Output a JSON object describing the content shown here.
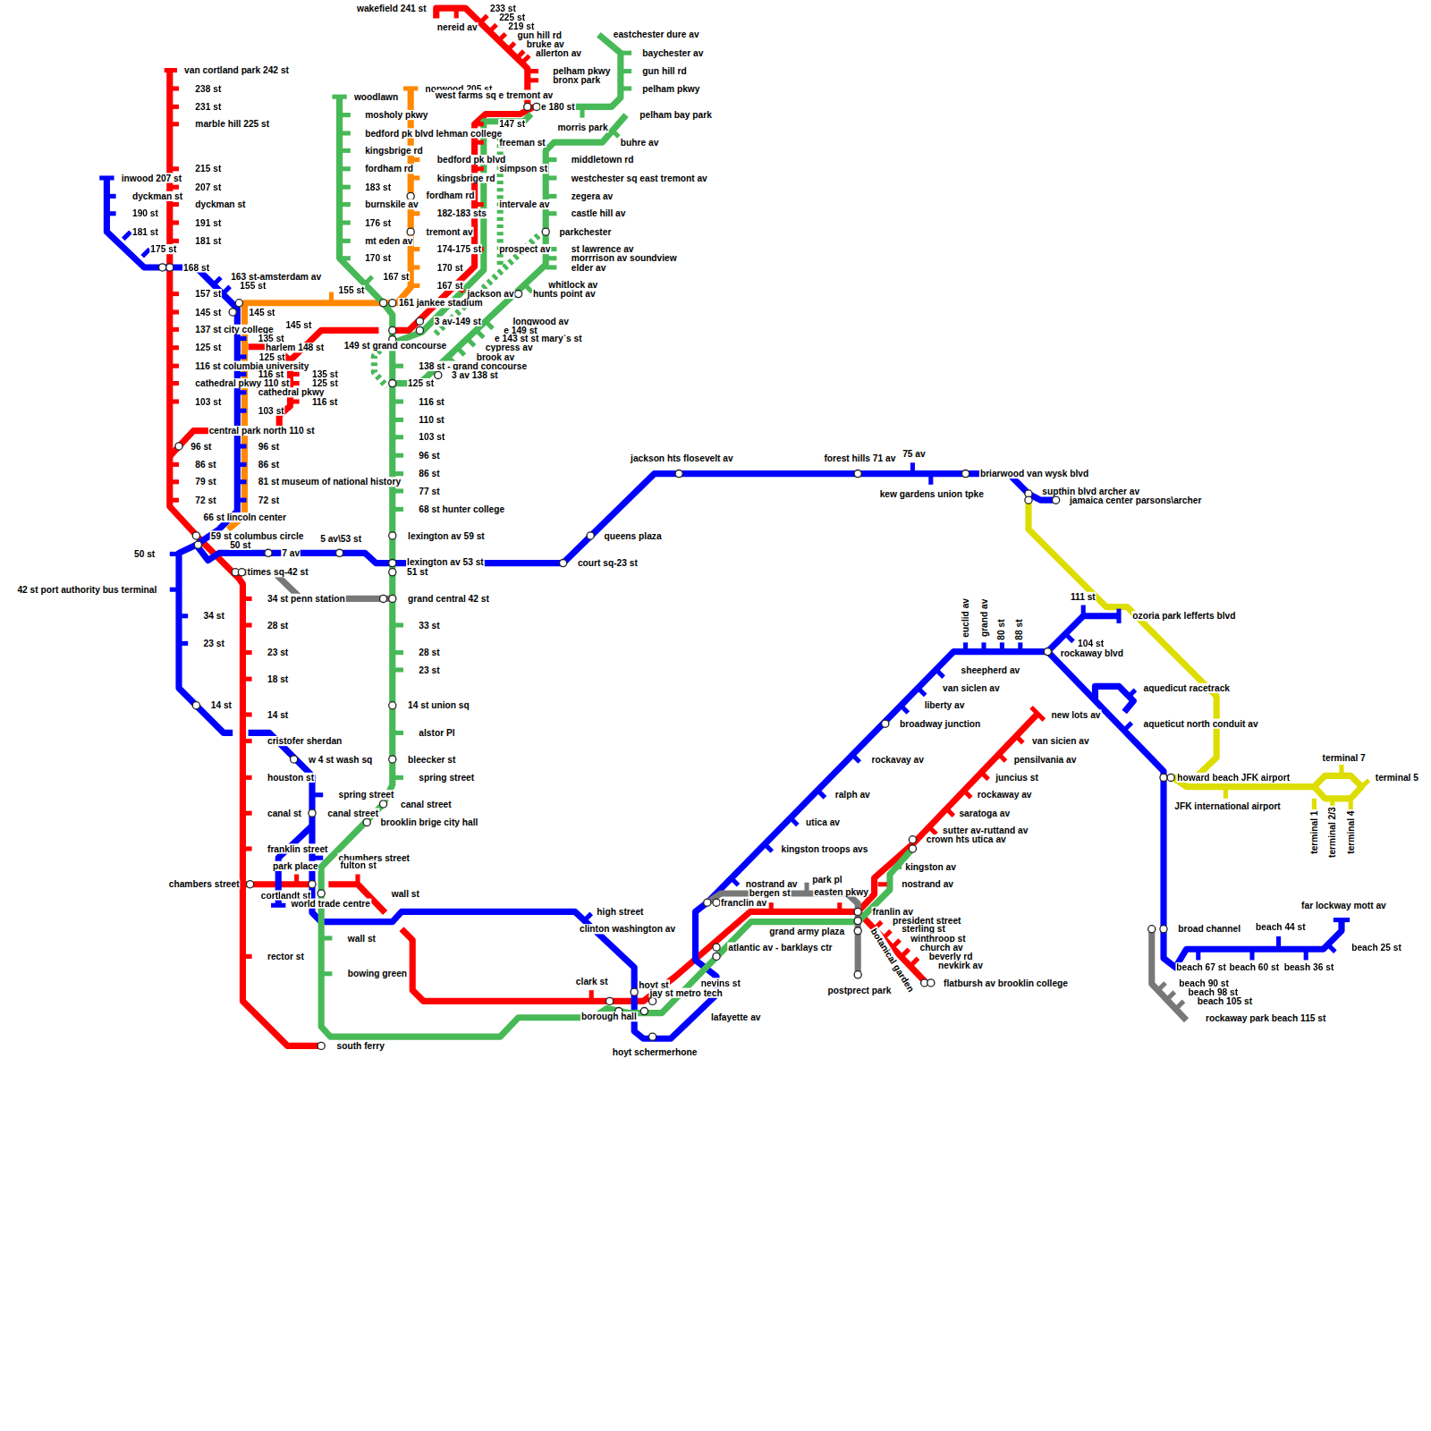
{
  "diagram": {
    "labels": [
      "van cortland park 242 st",
      "238 st",
      "231 st",
      "marble hill 225 st",
      "215 st",
      "207 st",
      "dyckman st",
      "191 st",
      "181 st",
      "157 st",
      "145 st",
      "137 st city college",
      "125 st",
      "116 st columbia university",
      "cathedral pkwy 110 st",
      "103 st",
      "96 st",
      "86 st",
      "79 st",
      "72 st",
      "66 st lincoln center",
      "59 st columbus circle",
      "50 st",
      "times sq-42 st",
      "34 st penn station",
      "28 st",
      "23 st",
      "18 st",
      "14 st",
      "cristofer sherdan",
      "houston st",
      "canal st",
      "franklin street",
      "chambers street",
      "cortlandt st",
      "rector st",
      "south ferry",
      "inwood 207 st",
      "dyckman st",
      "190 st",
      "181 st",
      "175 st",
      "168 st",
      "163 st-amsterdam av",
      "155 st",
      "145 st",
      "135 st",
      "harlem 148 st",
      "125 st",
      "116 st",
      "cathedral pkwy",
      "103 st",
      "145 st",
      "135 st",
      "125 st",
      "116 st",
      "central park north 110 st",
      "96 st",
      "86 st",
      "81 st museum of national history",
      "72 st",
      "50 st",
      "42 st port authority bus terminal",
      "34 st",
      "23 st",
      "14 st",
      "w 4 st wash sq",
      "spring street",
      "canal street",
      "chumbers street",
      "park place",
      "fulton st",
      "world trade centre",
      "wall st",
      "wall st",
      "bowing green",
      "high street",
      "clinton washington av",
      "clark st",
      "hoyt st",
      "jay st metro tech",
      "borough hall",
      "nevins st",
      "lafayette av",
      "hoyt schermerhone",
      "7 av",
      "5 av\\53 st",
      "lexington av 53 st",
      "51 st",
      "court sq-23 st",
      "queens plaza",
      "jackson hts flosevelt av",
      "forest hills 71 av",
      "75 av",
      "kew gardens union tpke",
      "briarwood van wysk blvd",
      "supthin blvd archer av",
      "jamaica center parsons\\archer",
      "125 st",
      "116 st",
      "110 st",
      "103 st",
      "96 st",
      "86 st",
      "77 st",
      "68 st hunter college",
      "lexington av 59 st",
      "grand central 42 st",
      "33 st",
      "28 st",
      "23 st",
      "14 st union sq",
      "alstor Pl",
      "bleecker st",
      "spring street",
      "canal street",
      "brooklin brige city hall",
      "woodlawn",
      "mosholy pkwy",
      "bedford pk blvd lehman college",
      "kingsbrige rd",
      "fordham rd",
      "183 st",
      "burnskile av",
      "176 st",
      "mt eden av",
      "170 st",
      "167 st",
      "161 jankee stadium",
      "norwood 205 st",
      "bedford pk blvd",
      "kingsbrige rd",
      "fordham rd",
      "182-183 sts",
      "tremont av",
      "174-175 st",
      "170 st",
      "167 st",
      "155 st",
      "wakefield 241 st",
      "nereid av",
      "233 st",
      "225 st",
      "219 st",
      "gun hill rd",
      "bruke av",
      "allerton av",
      "pelham pkwy",
      "bronx park",
      "west farms sq e tremont av",
      "e 180 st",
      "147 st",
      "morris park",
      "freeman st",
      "simpson st",
      "intervale av",
      "prospect av",
      "jackson av",
      "3 av-149 st",
      "149 st grand concourse",
      "eastchester dure av",
      "baychester av",
      "gun hill rd",
      "pelham pkwy",
      "pelham bay park",
      "buhre av",
      "middletown rd",
      "westchester sq east tremont av",
      "zegera av",
      "castle hill av",
      "parkchester",
      "st lawrence av",
      "morrrison av soundview",
      "elder av",
      "whitlock av",
      "hunts point av",
      "longwood av",
      "e 149 st",
      "e 143 st st mary`s st",
      "cypress av",
      "brook av",
      "138 st - grand concourse",
      "3 av 138 st",
      "nostrand av",
      "bergen st",
      "park pl",
      "easten pkwy",
      "franclin av",
      "atlantic av - barklays ctr",
      "grand army plaza",
      "franlin av",
      "president street",
      "sterling st",
      "winthroop st",
      "church av",
      "beverly rd",
      "nevkirk av",
      "flatbursh av brooklin college",
      "postprect park",
      "botanical garden",
      "kingston av",
      "nostrand av",
      "crown hts utica av",
      "sutter av-ruttand av",
      "saratoga av",
      "rockaway av",
      "juncius st",
      "pensilvania av",
      "van sicien av",
      "new lots av",
      "kingston troops avs",
      "utica av",
      "ralph av",
      "rockavay av",
      "broadway junction",
      "liberty av",
      "van siclen av",
      "sheepherd av",
      "euclid av",
      "grand av",
      "80 st",
      "88 st",
      "111 st",
      "ozoria park lefferts blvd",
      "104 st",
      "rockaway blvd",
      "aquedicut racetrack",
      "aqueticut north conduit av",
      "howard beach JFK airport",
      "JFK international airport",
      "terminal 7",
      "terminal 5",
      "terminal 1",
      "terminal 2/3",
      "terminal 4",
      "broad channel",
      "beach 44 st",
      "far lockway mott av",
      "beach 25 st",
      "beach 67 st",
      "beach 60 st",
      "beash 36 st",
      "beach 90 st",
      "beach 98 st",
      "beach 105 st",
      "rockaway park beach 115 st"
    ]
  }
}
